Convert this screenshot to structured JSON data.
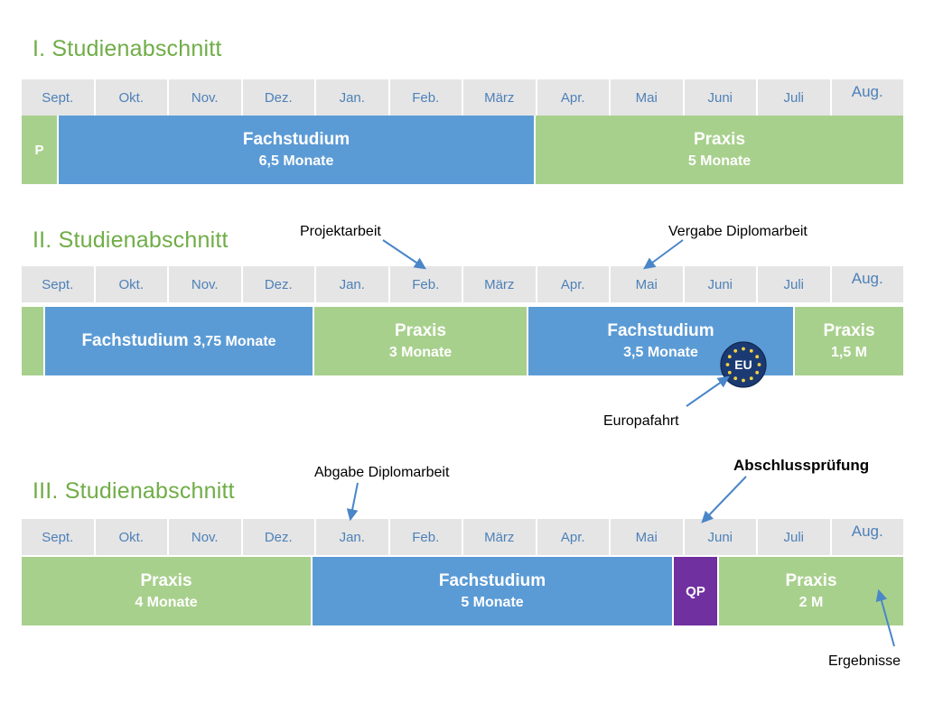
{
  "colors": {
    "heading_green": "#70AD47",
    "bar_green": "#A8D08D",
    "bar_blue": "#5B9BD5",
    "bar_purple": "#7030A0",
    "month_bg": "#E5E5E5",
    "month_text": "#4E81B8",
    "arrow_blue": "#4A86C8",
    "eu_blue": "#1B3A73",
    "eu_star": "#F5D33F"
  },
  "months": [
    "Sept.",
    "Okt.",
    "Nov.",
    "Dez.",
    "Jan.",
    "Feb.",
    "März",
    "Apr.",
    "Mai",
    "Juni",
    "Juli",
    "Aug."
  ],
  "sections": [
    {
      "title": "I. Studienabschnitt",
      "bars": [
        {
          "name": "praxis-p",
          "color": "green",
          "label": "P",
          "sub": "",
          "start": 0,
          "end": 41,
          "style": "tiny"
        },
        {
          "name": "fachstudium",
          "color": "blue",
          "label": "Fachstudium",
          "sub": "6,5 Monate",
          "start": 41,
          "end": 569,
          "style": "stacked"
        },
        {
          "name": "praxis",
          "color": "green",
          "label": "Praxis",
          "sub": "5 Monate",
          "start": 569,
          "end": 976,
          "style": "stacked"
        }
      ],
      "annotations": []
    },
    {
      "title": "II. Studienabschnitt",
      "bars": [
        {
          "name": "praxis-start",
          "color": "green",
          "label": "",
          "sub": "",
          "start": 0,
          "end": 26,
          "style": "blank"
        },
        {
          "name": "fachstudium-1",
          "color": "blue",
          "label": "Fachstudium",
          "sub": "3,75 Monate",
          "start": 26,
          "end": 324,
          "style": "inline"
        },
        {
          "name": "praxis-1",
          "color": "green",
          "label": "Praxis",
          "sub": "3 Monate",
          "start": 324,
          "end": 561,
          "style": "stacked"
        },
        {
          "name": "fachstudium-2",
          "color": "blue",
          "label": "Fachstudium",
          "sub": "3,5 Monate",
          "start": 561,
          "end": 856,
          "style": "stacked"
        },
        {
          "name": "praxis-2",
          "color": "green",
          "label": "Praxis",
          "sub": "1,5 M",
          "start": 856,
          "end": 976,
          "style": "stacked"
        }
      ],
      "annotations": [
        {
          "name": "projektarbeit",
          "text": "Projektarbeit",
          "bold": false
        },
        {
          "name": "vergabe-diplomarbeit",
          "text": "Vergabe Diplomarbeit",
          "bold": false
        },
        {
          "name": "europafahrt",
          "text": "Europafahrt",
          "bold": false
        }
      ],
      "badge": {
        "name": "eu-emblem",
        "label": "EU"
      }
    },
    {
      "title": "III. Studienabschnitt",
      "bars": [
        {
          "name": "praxis-1",
          "color": "green",
          "label": "Praxis",
          "sub": "4 Monate",
          "start": 0,
          "end": 322,
          "style": "stacked"
        },
        {
          "name": "fachstudium",
          "color": "blue",
          "label": "Fachstudium",
          "sub": "5 Monate",
          "start": 322,
          "end": 722,
          "style": "stacked"
        },
        {
          "name": "qp",
          "color": "purple",
          "label": "QP",
          "sub": "",
          "style": "tiny",
          "start": 722,
          "end": 772
        },
        {
          "name": "praxis-2",
          "color": "green",
          "label": "Praxis",
          "sub": "2 M",
          "start": 772,
          "end": 976,
          "style": "stacked"
        }
      ],
      "annotations": [
        {
          "name": "abgabe-diplomarbeit",
          "text": "Abgabe Diplomarbeit",
          "bold": false
        },
        {
          "name": "abschlusspruefung",
          "text": "Abschlussprüfung",
          "bold": true
        },
        {
          "name": "ergebnisse",
          "text": "Ergebnisse",
          "bold": false
        }
      ]
    }
  ]
}
